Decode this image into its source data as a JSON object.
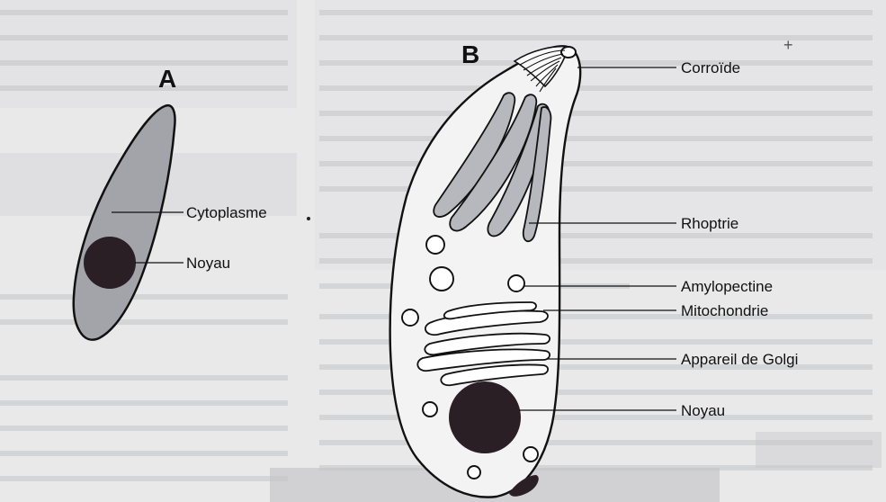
{
  "panels": {
    "a": "A",
    "b": "B"
  },
  "labels": {
    "cytoplasme": "Cytoplasme",
    "noyau_a": "Noyau",
    "corroide": "Corroïde",
    "rhoptrie": "Rhoptrie",
    "amylopectine": "Amylopectine",
    "mitochondrie": "Mitochondrie",
    "golgi": "Appareil de Golgi",
    "noyau_b": "Noyau"
  },
  "colors": {
    "cell_fill_a": "#a3a4aa",
    "nucleus": "#2a1f24",
    "organelle_fill": "#b7b8bd",
    "outline": "#111111",
    "page_background": "#e9e9ea"
  }
}
